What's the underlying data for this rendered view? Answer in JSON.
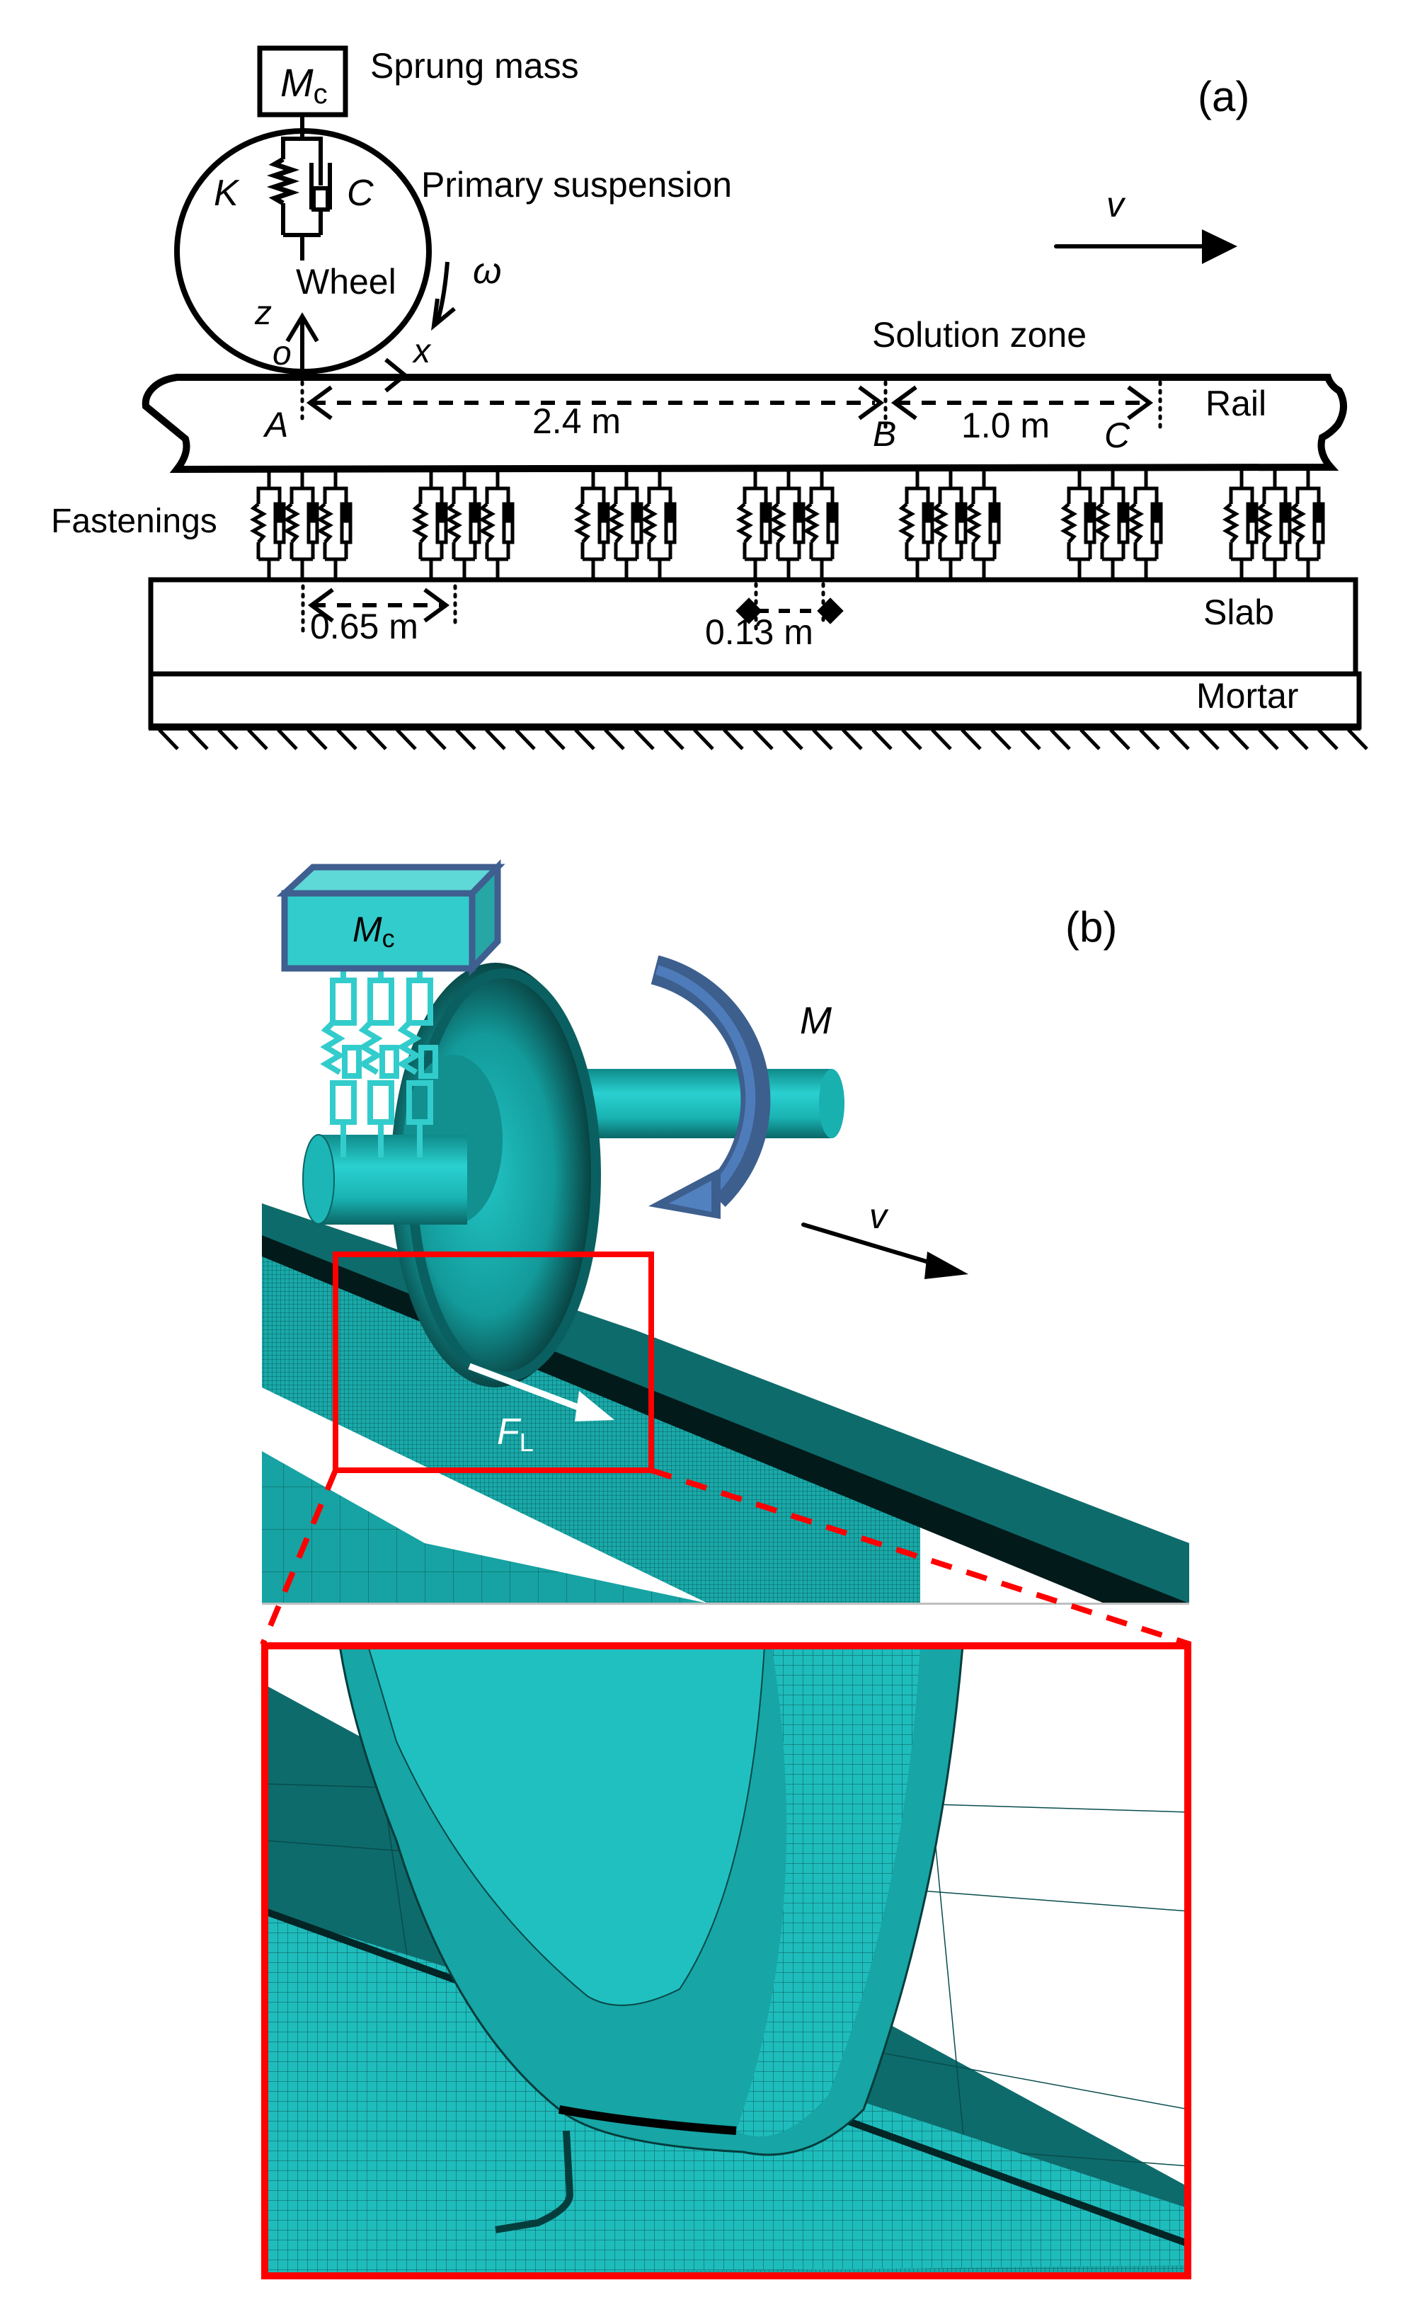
{
  "panel_a": {
    "tag": "(a)",
    "sprung_mass_symbol": "M",
    "sprung_mass_subscript": "c",
    "sprung_mass_label": "Sprung mass",
    "stiffness_symbol": "K",
    "damping_symbol": "C",
    "primary_suspension_label": "Primary suspension",
    "wheel_label": "Wheel",
    "angular_velocity_symbol": "ω",
    "axis_z": "z",
    "axis_x": "x",
    "origin": "o",
    "velocity_symbol": "v",
    "solution_zone_label": "Solution zone",
    "rail_label": "Rail",
    "point_a": "A",
    "point_b": "B",
    "point_c": "C",
    "dist_ab": "2.4 m",
    "dist_bc": "1.0 m",
    "fastenings_label": "Fastenings",
    "fastening_spacing": "0.65 m",
    "fastener_pitch": "0.13 m",
    "slab_label": "Slab",
    "mortar_label": "Mortar",
    "fastening_groups": 7,
    "fasteners_per_group": 3
  },
  "panel_b": {
    "tag": "(b)",
    "mass_symbol": "M",
    "mass_subscript": "c",
    "moment_symbol": "M",
    "velocity_symbol": "v",
    "force_symbol": "F",
    "force_subscript": "L"
  },
  "colors": {
    "mesh_light": "#1fbcbc",
    "mesh_dark": "#0b6464",
    "mesh_slab": "#0e6b6b",
    "mass_front": "#33cccc",
    "mass_top": "#5fd8d8",
    "mass_side": "#27a6a6",
    "mass_edge": "#3e5f8f",
    "moment_arrow": "#3d5f8e",
    "moment_arrow_inner": "#5281c0",
    "highlight": "#ff0000"
  }
}
